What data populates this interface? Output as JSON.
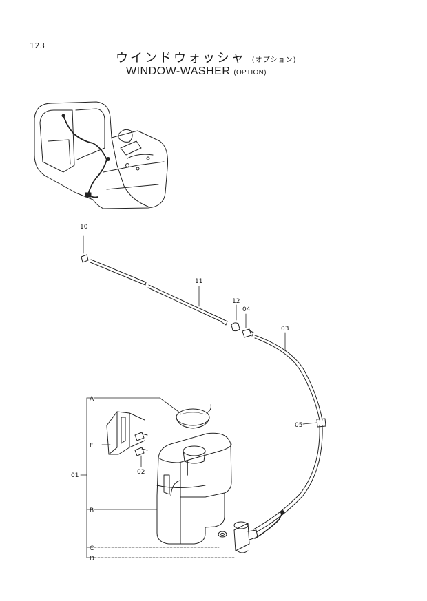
{
  "page_number": "123",
  "title": {
    "jp": "ウインドウォッシャ",
    "jp_suffix": "(オプション)",
    "en": "WINDOW-WASHER",
    "en_suffix": "(OPTION)"
  },
  "callouts": {
    "p10": "10",
    "p11": "11",
    "p12": "12",
    "p04": "04",
    "p03": "03",
    "p05": "05",
    "p02": "02",
    "p01": "01",
    "A": "A",
    "B": "B",
    "C": "C",
    "D": "D",
    "E": "E"
  }
}
